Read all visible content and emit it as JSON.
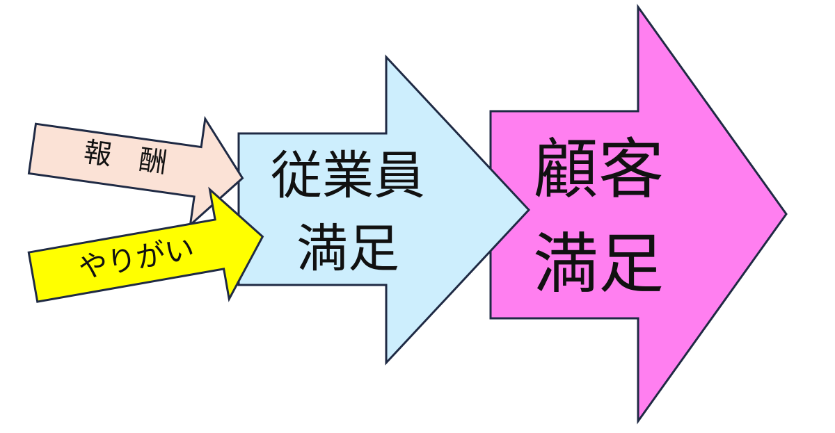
{
  "diagram": {
    "reward": {
      "label": "報　酬",
      "color": "#fbe2d6"
    },
    "motivation": {
      "label": "やりがい",
      "color": "#ffff00"
    },
    "employee_satisfaction": {
      "line1": "従業員",
      "line2": "満足",
      "color": "#cdeefd"
    },
    "customer_satisfaction": {
      "line1": "顧客",
      "line2": "満足",
      "color": "#ff7ff0"
    },
    "outline_color": "#1f2a44"
  }
}
